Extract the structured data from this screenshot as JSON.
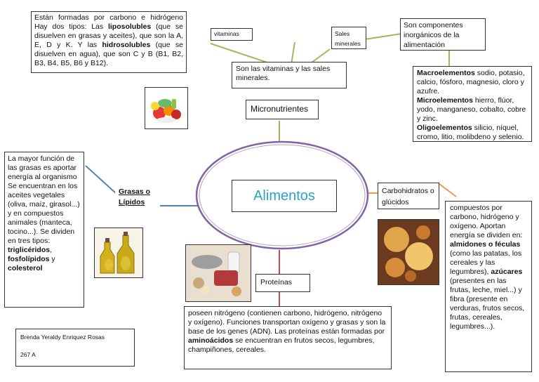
{
  "center": {
    "label": "Alimentos"
  },
  "vitaminas_desc": {
    "p1": "Están formadas por carbono e hidrógeno Hay dos tipos: Las ",
    "b1": "liposolubles",
    "p2": " (que se disuelven en grasas y aceites), que son la A, E, D y K. Y las ",
    "b2": "hidrosolubles",
    "p3": " (que se disuelven en agua), que son C y B (B1, B2, B3, B4, B5, B6 y B12)."
  },
  "vitaminas_label": "vitaminas",
  "sales_label": "Sales minerales",
  "sales_desc": "Son componentes inorgánicos de la alimentación",
  "micro_desc": "Son las vitaminas y las sales minerales.",
  "micro_label": "Micronutrientes",
  "elementos": {
    "macro_b": "Macroelementos",
    "macro_t": " sodio, potasio, calcio, fósforo, magnesio, cloro y azufre.",
    "micro_b": "Microelementos",
    "micro_t": "  hierro, flúor, yodo, manganeso, cobalto, cobre y zinc.",
    "oligo_b": "Oligoelementos",
    "oligo_t": " silicio, níquel, cromo, litio, molibdeno y selenio."
  },
  "grasas_desc": {
    "p1": "La mayor función de las grasas es aportar energía al organismo Se encuentran en los aceites vegetales (oliva, maíz, girasol...) y en compuestos animales (manteca, tocino...).  Se dividen en tres tipos: ",
    "b1": "triglicéridos",
    "sep1": ", ",
    "b2": "fosfolípidos",
    "sep2": " y ",
    "b3": "colesterol"
  },
  "grasas_label": "Grasas o Lípidos",
  "carbo_label": "Carbohidratos o glúcidos",
  "carbo_desc": {
    "p1": "compuestos por carbono, hidrógeno y oxígeno. Aportan energía se dividen en: ",
    "b1": "almidones o féculas",
    "p2": " (como las patatas, los cereales y las legumbres), ",
    "b2": "azúcares",
    "p3": " (presentes en las frutas, leche, miel...) y fibra (presente en verduras, frutos secos, frutas, cereales, legumbres...)."
  },
  "proteinas_label": "Proteínas",
  "proteinas_desc": {
    "p1": "poseen nitrógeno (contienen carbono, hidrógeno, nitrógeno y oxígeno). Funciones transportan oxígeno y grasas y son la base de los genes (ADN). Las proteínas están formadas por ",
    "b1": "aminoácidos",
    "p2": " se encuentran en frutos secos, legumbres, champiñones, cereales."
  },
  "author": {
    "name": "Brenda Yeraldy Enriquez Rosas",
    "group": "267 A"
  },
  "colors": {
    "green_line": "#9bbb59",
    "blue_line": "#4f81bd",
    "orange_line": "#f79646",
    "red_line": "#c0504d",
    "ellipse": "#8064a2",
    "title": "#2aa3c9"
  }
}
